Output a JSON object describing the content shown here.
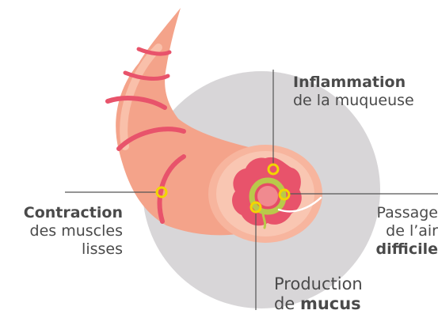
{
  "labels": {
    "inflammation": {
      "line1": "Inflammation",
      "line2": "de la muqueuse"
    },
    "contraction": {
      "line1": "Contraction",
      "line2": "des muscles",
      "line3": "lisses"
    },
    "passage": {
      "line1": "Passage",
      "line2": "de l’air",
      "line3": "difficile"
    },
    "production": {
      "line1": "Production",
      "line2_prefix": "de ",
      "line2_bold": "mucus"
    }
  },
  "colors": {
    "bronchus_outer": "#f4a38a",
    "bronchus_ring": "#e8536b",
    "lumen_wall": "#e8536b",
    "mucus": "#b9c94a",
    "marker": "#f2d500",
    "background_disc": "#d6d4d6",
    "leader_line": "#555555",
    "text": "#4a4a4a"
  }
}
